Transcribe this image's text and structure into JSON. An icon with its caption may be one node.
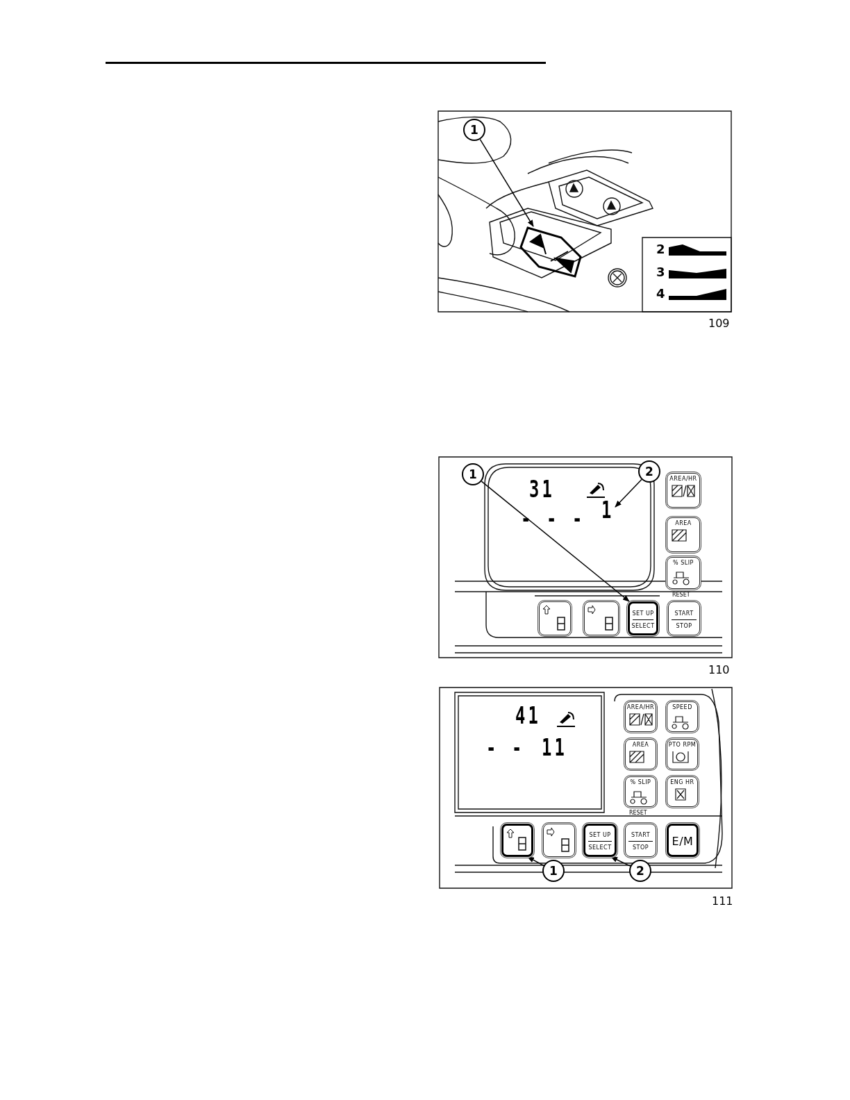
{
  "diagram": {
    "nodes": [
      {
        "text": [
          "1"
        ]
      },
      {
        "text": [],
        "shape": "box"
      },
      {
        "text": [
          "1"
        ]
      },
      {
        "text": [
          "2"
        ]
      },
      {
        "text": [
          "SET UP",
          "SELECT"
        ]
      },
      {
        "text": [
          "1"
        ]
      },
      {
        "text": [
          "1"
        ]
      },
      {
        "text": [
          "2"
        ]
      },
      {
        "text": [],
        "shape": "box"
      },
      {
        "text": [
          "SET UP",
          "SELECT"
        ]
      }
    ],
    "edges": [
      {
        "from": 0,
        "to": 1,
        "arrow": "to"
      },
      {
        "from": 2,
        "to": 4,
        "arrow": "to"
      },
      {
        "from": 3,
        "to": 5,
        "arrow": "to"
      },
      {
        "from": 6,
        "to": 8,
        "arrow": "to"
      },
      {
        "from": 7,
        "to": 9,
        "arrow": "to"
      }
    ],
    "labels": [
      "2",
      "3",
      "4",
      "109",
      "31",
      "- - -",
      "AREA/HR",
      "AREA",
      "% SLIP",
      "RESET",
      "START",
      "STOP",
      "110",
      "41",
      "- -",
      "11",
      "AREA/HR",
      "SPEED",
      "AREA",
      "PTO RPM",
      "% SLIP",
      "ENG HR",
      "RESET",
      "START",
      "STOP",
      "E/M",
      "111"
    ]
  }
}
